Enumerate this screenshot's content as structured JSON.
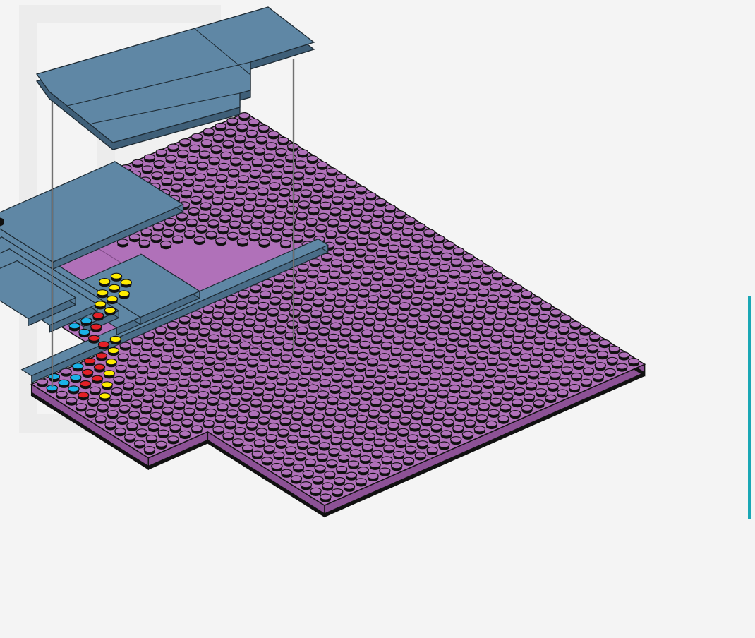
{
  "scene": {
    "background_color": "#f4f4f4",
    "watermark_color": "#ececec",
    "accent_bar_color": "#1aa7b5",
    "baseplate": {
      "color": "#b071b9",
      "side_color": "#8d5296",
      "edge_color": "#111111",
      "rows": 24,
      "cols": 32
    },
    "floating_plate": {
      "color": "#5f87a5",
      "edge_color": "#1d2a33"
    },
    "assembly_plates": {
      "color": "#5f87a5",
      "edge_color": "#1d2a33"
    },
    "guide_lines": {
      "count": 2,
      "color": "#111111"
    },
    "black_stud": {
      "color": "#111111"
    },
    "colored_studs": [
      {
        "color_name": "blue",
        "color": "#1ab2e8",
        "count": 14
      },
      {
        "color_name": "red",
        "color": "#e32027",
        "count": 12
      },
      {
        "color_name": "yellow",
        "color": "#ffec00",
        "count": 15
      }
    ]
  }
}
